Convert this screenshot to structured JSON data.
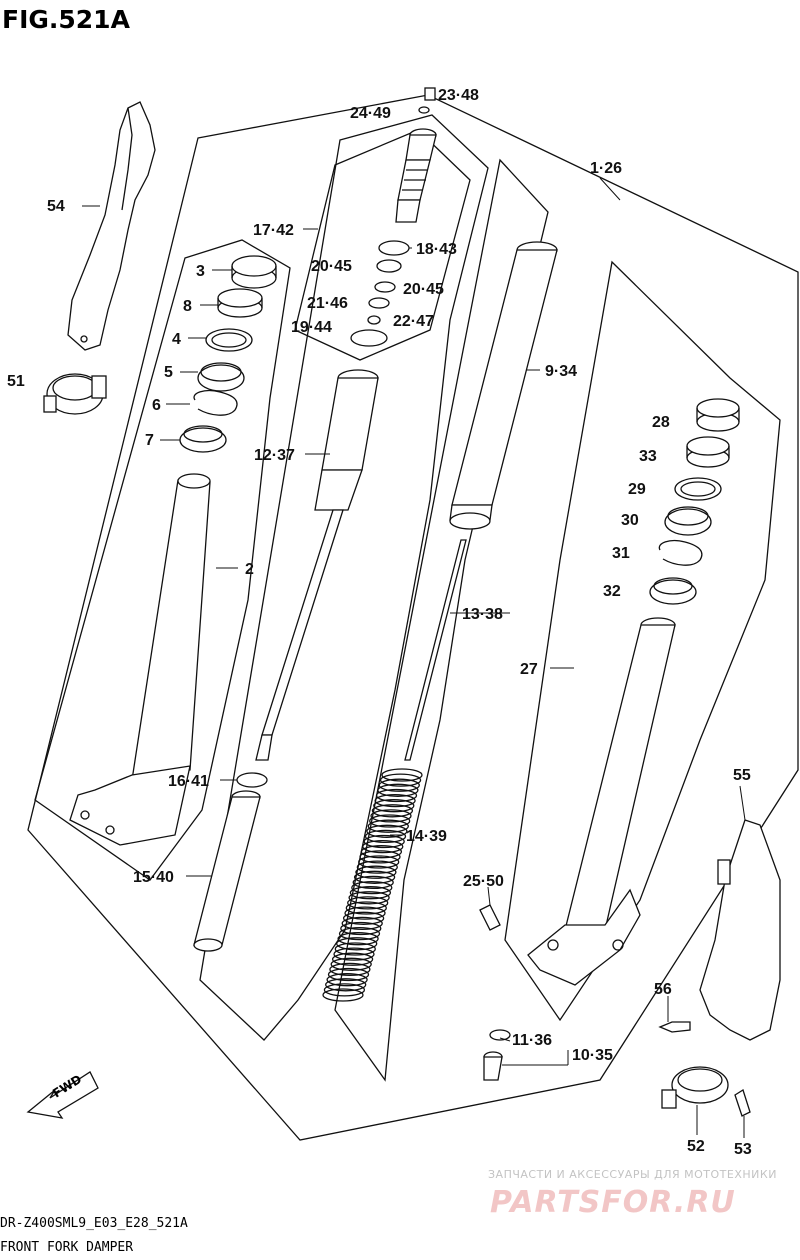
{
  "figure": {
    "title": "FIG.521A",
    "footer_code": "DR-Z400SML9_E03_E28_521A",
    "footer_name": "FRONT FORK DAMPER",
    "direction_label": "FWD"
  },
  "watermark": {
    "tagline": "ЗАПЧАСТИ И АКСЕССУАРЫ ДЛЯ МОТОТЕХНИКИ",
    "brand": "PARTSFOR.RU"
  },
  "callouts": {
    "c1_26": "1·26",
    "c2": "2",
    "c3": "3",
    "c4": "4",
    "c5": "5",
    "c6": "6",
    "c7": "7",
    "c8": "8",
    "c9_34": "9·34",
    "c10_35": "10·35",
    "c11_36": "11·36",
    "c12_37": "12·37",
    "c13_38": "13·38",
    "c14_39": "14·39",
    "c15_40": "15·40",
    "c16_41": "16·41",
    "c17_42": "17·42",
    "c18_43": "18·43",
    "c19_44": "19·44",
    "c20_45a": "20·45",
    "c20_45b": "20·45",
    "c21_46": "21·46",
    "c22_47": "22·47",
    "c23_48": "23·48",
    "c24_49": "24·49",
    "c25_50": "25·50",
    "c27": "27",
    "c28": "28",
    "c29": "29",
    "c30": "30",
    "c31": "31",
    "c32": "32",
    "c33": "33",
    "c51": "51",
    "c52": "52",
    "c53": "53",
    "c54": "54",
    "c55": "55",
    "c56": "56"
  }
}
